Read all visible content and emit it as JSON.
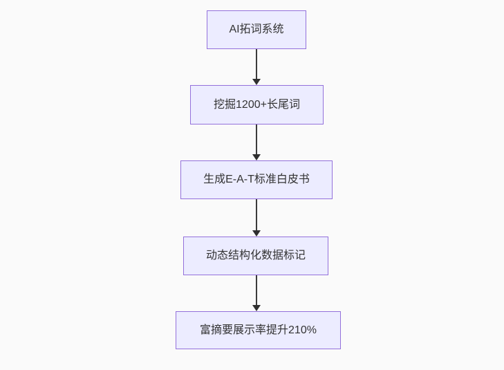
{
  "diagram": {
    "type": "flowchart-top-down",
    "background_color": "#fafafa",
    "node_fill_color": "#ECECFF",
    "node_border_color": "#9370DB",
    "text_color": "#333333",
    "arrow_color": "#333333",
    "nodes": [
      {
        "id": "A",
        "label": "AI拓词系统"
      },
      {
        "id": "B",
        "label": "挖掘1200+长尾词"
      },
      {
        "id": "C",
        "label": "生成E-A-T标准白皮书"
      },
      {
        "id": "D",
        "label": "动态结构化数据标记"
      },
      {
        "id": "E",
        "label": "富摘要展示率提升210%"
      }
    ],
    "edges": [
      {
        "from": "A",
        "to": "B"
      },
      {
        "from": "B",
        "to": "C"
      },
      {
        "from": "C",
        "to": "D"
      },
      {
        "from": "D",
        "to": "E"
      }
    ]
  }
}
